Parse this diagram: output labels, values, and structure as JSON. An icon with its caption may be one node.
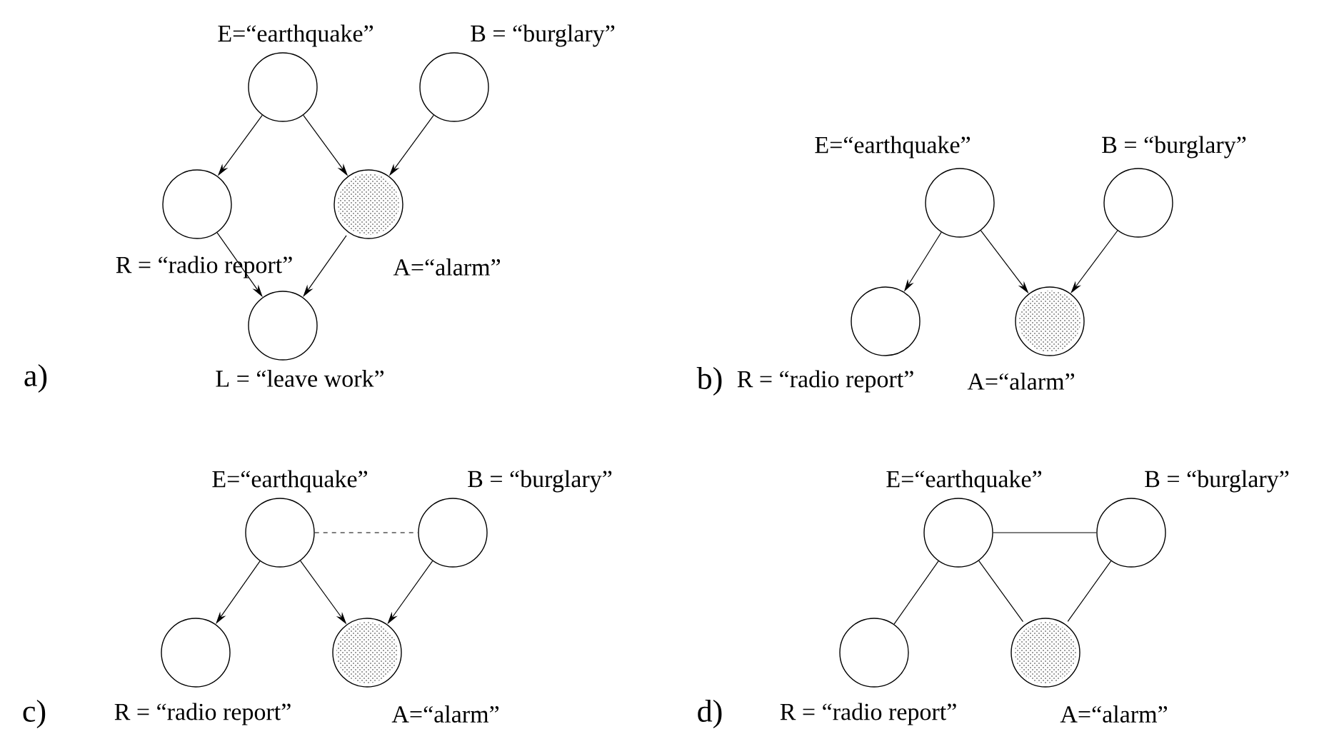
{
  "diagram": {
    "nodes": [
      {
        "text": [
          "E=“earthquake”"
        ]
      },
      {
        "text": [
          "B = “burglary”"
        ]
      },
      {
        "text": [
          "R = “radio report”"
        ]
      },
      {
        "text": [
          "A=“alarm”"
        ]
      },
      {
        "text": [
          "L = “leave work”"
        ]
      },
      {
        "text": [
          "E=“earthquake”"
        ]
      },
      {
        "text": [
          "B = “burglary”"
        ]
      },
      {
        "text": [
          "R = “radio report”"
        ]
      },
      {
        "text": [
          "A=“alarm”"
        ]
      },
      {
        "text": [
          "E=“earthquake”"
        ]
      },
      {
        "text": [
          "B = “burglary”"
        ]
      },
      {
        "text": [
          "R = “radio report”"
        ]
      },
      {
        "text": [
          "A=“alarm”"
        ]
      },
      {
        "text": [
          "E=“earthquake”"
        ]
      },
      {
        "text": [
          "B = “burglary”"
        ]
      },
      {
        "text": [
          "R = “radio report”"
        ]
      },
      {
        "text": [
          "A=“alarm”"
        ]
      }
    ],
    "edges": [
      {
        "from": 0,
        "to": 2,
        "arrow": "to"
      },
      {
        "from": 0,
        "to": 3,
        "arrow": "to"
      },
      {
        "from": 1,
        "to": 3,
        "arrow": "to"
      },
      {
        "from": 2,
        "to": 4,
        "arrow": "to"
      },
      {
        "from": 3,
        "to": 4,
        "arrow": "to"
      },
      {
        "from": 5,
        "to": 7,
        "arrow": "to"
      },
      {
        "from": 5,
        "to": 8,
        "arrow": "to"
      },
      {
        "from": 6,
        "to": 8,
        "arrow": "to"
      },
      {
        "from": 9,
        "to": 10,
        "arrow": "none",
        "style": "dashed"
      },
      {
        "from": 9,
        "to": 11,
        "arrow": "to"
      },
      {
        "from": 9,
        "to": 12,
        "arrow": "to"
      },
      {
        "from": 10,
        "to": 12,
        "arrow": "to"
      },
      {
        "from": 13,
        "to": 14,
        "arrow": "none"
      },
      {
        "from": 13,
        "to": 15,
        "arrow": "none"
      },
      {
        "from": 13,
        "to": 16,
        "arrow": "none"
      },
      {
        "from": 14,
        "to": 16,
        "arrow": "none"
      }
    ],
    "labels": [
      "a)",
      "b)",
      "c)",
      "d)"
    ]
  }
}
